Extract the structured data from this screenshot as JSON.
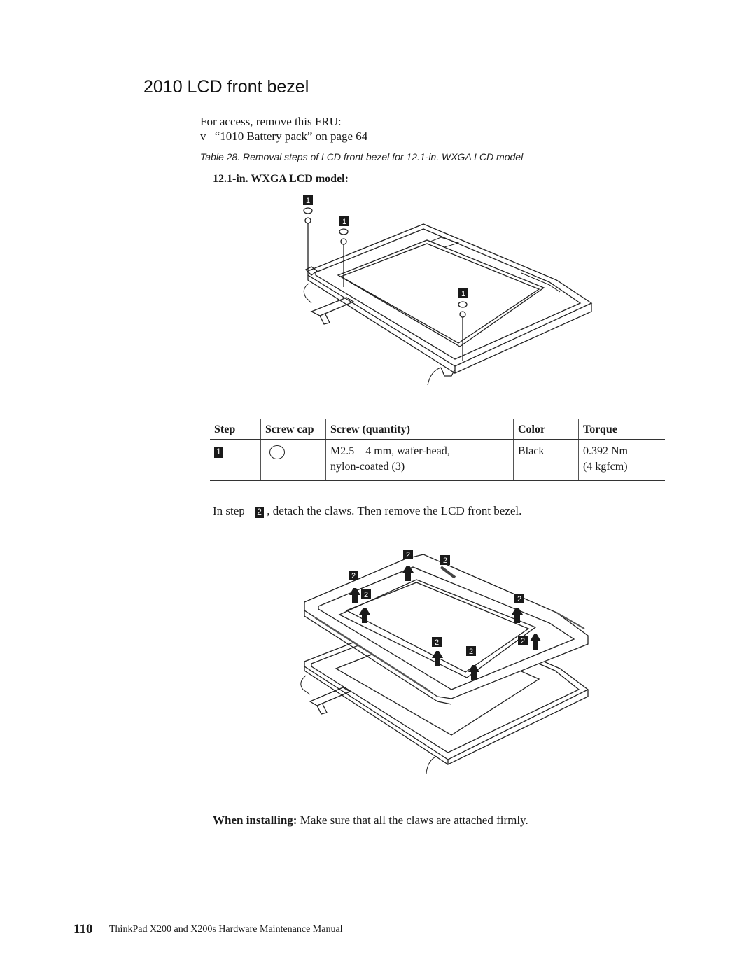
{
  "section_title": "2010 LCD front  bezel",
  "access": {
    "intro": "For access, remove this FRU:",
    "bullet": "v",
    "item": "“1010 Battery pack” on page 64"
  },
  "table_caption": "Table 28. Removal steps of LCD front bezel for 12.1-in. WXGA LCD model",
  "model_heading": "12.1-in. WXGA LCD model:",
  "figure1": {
    "callout": "1"
  },
  "screw_table": {
    "headers": [
      "Step",
      "Screw cap",
      "Screw (quantity)",
      "Color",
      "Torque"
    ],
    "row": {
      "step": "1",
      "screw_line1": "M2.5    4 mm, wafer-head,",
      "screw_line2": "nylon-coated (3)",
      "color": "Black",
      "torque_line1": "0.392 Nm",
      "torque_line2": "(4 kgfcm)"
    }
  },
  "step2_text": {
    "prefix": "In step",
    "badge": "2",
    "suffix": ", detach the claws. Then remove the LCD front bezel."
  },
  "figure2": {
    "callout": "2"
  },
  "installing": {
    "label": "When installing:",
    "text": "Make sure that all the claws are attached firmly."
  },
  "footer": {
    "page_number": "110",
    "title": "ThinkPad X200 and X200s Hardware Maintenance Manual"
  }
}
